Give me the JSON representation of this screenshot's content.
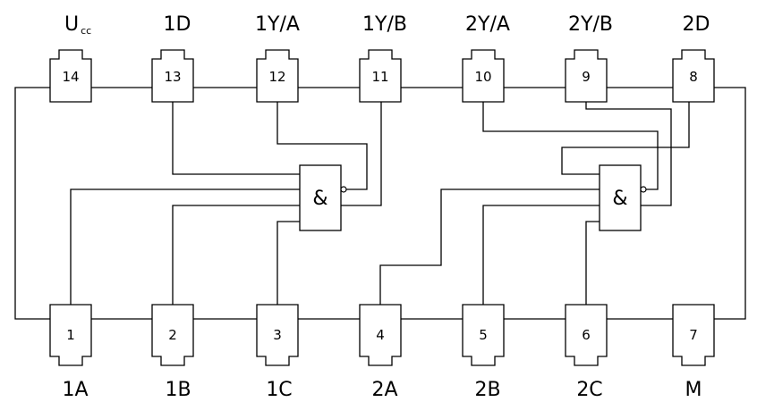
{
  "top_pins": [
    {
      "number": "14",
      "label": "U",
      "label_sub": "cc"
    },
    {
      "number": "13",
      "label": "1D"
    },
    {
      "number": "12",
      "label": "1Y/A"
    },
    {
      "number": "11",
      "label": "1Y/B"
    },
    {
      "number": "10",
      "label": "2Y/A"
    },
    {
      "number": "9",
      "label": "2Y/B"
    },
    {
      "number": "8",
      "label": "2D"
    }
  ],
  "bottom_pins": [
    {
      "number": "1",
      "label": "1A"
    },
    {
      "number": "2",
      "label": "1B"
    },
    {
      "number": "3",
      "label": "1C"
    },
    {
      "number": "4",
      "label": "2A"
    },
    {
      "number": "5",
      "label": "2B"
    },
    {
      "number": "6",
      "label": "2C"
    },
    {
      "number": "7",
      "label": "M"
    }
  ],
  "gates": [
    {
      "symbol": "&"
    },
    {
      "symbol": "&"
    }
  ]
}
